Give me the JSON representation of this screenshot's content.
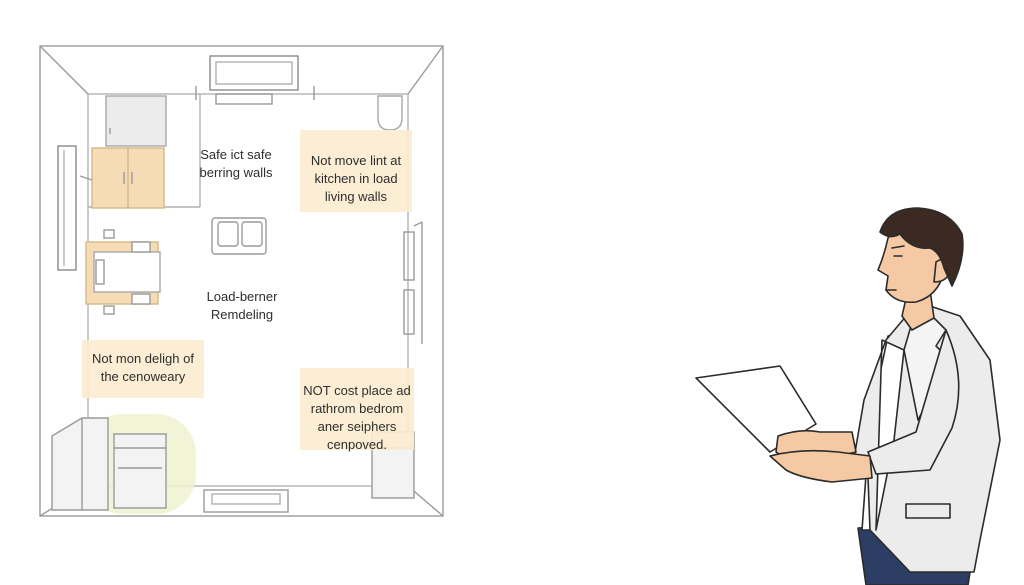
{
  "plan": {
    "labels": {
      "top_center": [
        "Safe ict safe",
        "berring walls"
      ],
      "top_right": [
        "Not move lint at",
        "kitchen in load",
        "living walls"
      ],
      "middle": [
        "Load-berner",
        "Remdeling"
      ],
      "left_lower": [
        "Not mon deligh of",
        "the cenoweary"
      ],
      "bottom_right": [
        "NOT cost place ad",
        "rathrom bedrom",
        "aner seiphers",
        "cenpoved."
      ]
    }
  },
  "colors": {
    "note_fill": "#fbedd0",
    "cabinet_fill": "#f6dcb4",
    "highlight_fill": "#eef2cf",
    "wall_line": "#9a9a9a",
    "jacket": "#ececec",
    "hair": "#3b2a22",
    "skin": "#f5c9a4",
    "pants": "#2c3e63"
  },
  "figure": {
    "icon": "architect-holding-paper"
  }
}
